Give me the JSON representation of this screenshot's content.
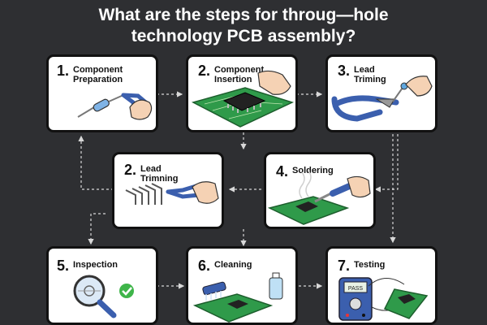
{
  "title": {
    "line1": "What are the steps for throug—hole",
    "line2": "technology PCB assembly?"
  },
  "colors": {
    "background": "#2e2f32",
    "card": "#ffffff",
    "border": "#111111",
    "pcb": "#2f9a4a",
    "tool_blue": "#3b5fae",
    "check": "#3fb54a"
  },
  "steps": [
    {
      "num": "1.",
      "line1": "Component",
      "line2": "Preparation",
      "icon": "resistor-pliers-icon"
    },
    {
      "num": "2.",
      "line1": "Component",
      "line2": "Insertion",
      "icon": "chip-on-pcb-icon"
    },
    {
      "num": "3.",
      "line1": "Lead",
      "line2": "Triming",
      "icon": "wire-cutter-icon"
    },
    {
      "num": "2.",
      "line1": "Lead",
      "line2": "Trimning",
      "icon": "lead-cutter-icon"
    },
    {
      "num": "4.",
      "line1": "Soldering",
      "line2": "",
      "icon": "soldering-iron-icon"
    },
    {
      "num": "5.",
      "line1": "Inspection",
      "line2": "",
      "icon": "magnifier-check-icon"
    },
    {
      "num": "6.",
      "line1": "Cleaning",
      "line2": "",
      "icon": "brush-pcb-icon"
    },
    {
      "num": "7.",
      "line1": "Testing",
      "line2": "",
      "icon": "multimeter-icon"
    }
  ],
  "meter_readout": "PASS"
}
